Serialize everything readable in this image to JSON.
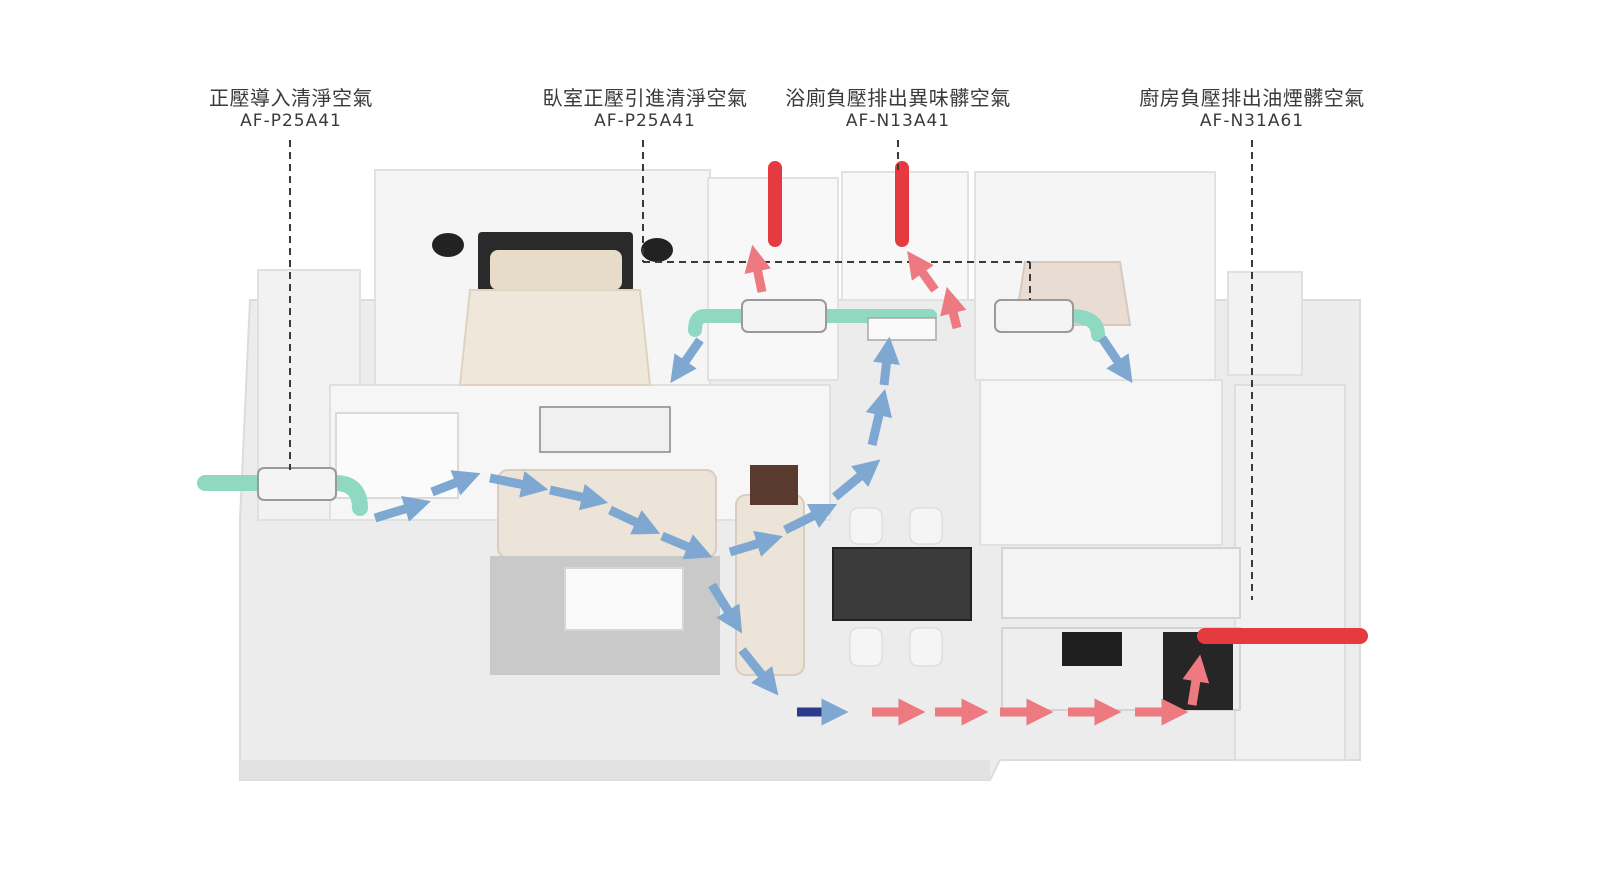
{
  "callouts": [
    {
      "id": "fresh-air-intake",
      "title": "正壓導入清淨空氣",
      "model": "AF-P25A41"
    },
    {
      "id": "bedroom-supply",
      "title": "臥室正壓引進清淨空氣",
      "model": "AF-P25A41"
    },
    {
      "id": "bathroom-exhaust",
      "title": "浴廁負壓排出異味髒空氣",
      "model": "AF-N13A41"
    },
    {
      "id": "kitchen-exhaust",
      "title": "廚房負壓排出油煙髒空氣",
      "model": "AF-N31A61"
    }
  ],
  "colors": {
    "fresh_duct": "#8fd9c2",
    "exhaust_duct": "#e53a3f",
    "supply_arrow": "#7ea7d1",
    "exhaust_arrow": "#ec7a80",
    "floor": "#efefef",
    "wall": "#f7f7f7",
    "leader_line": "#3a3a3a"
  }
}
